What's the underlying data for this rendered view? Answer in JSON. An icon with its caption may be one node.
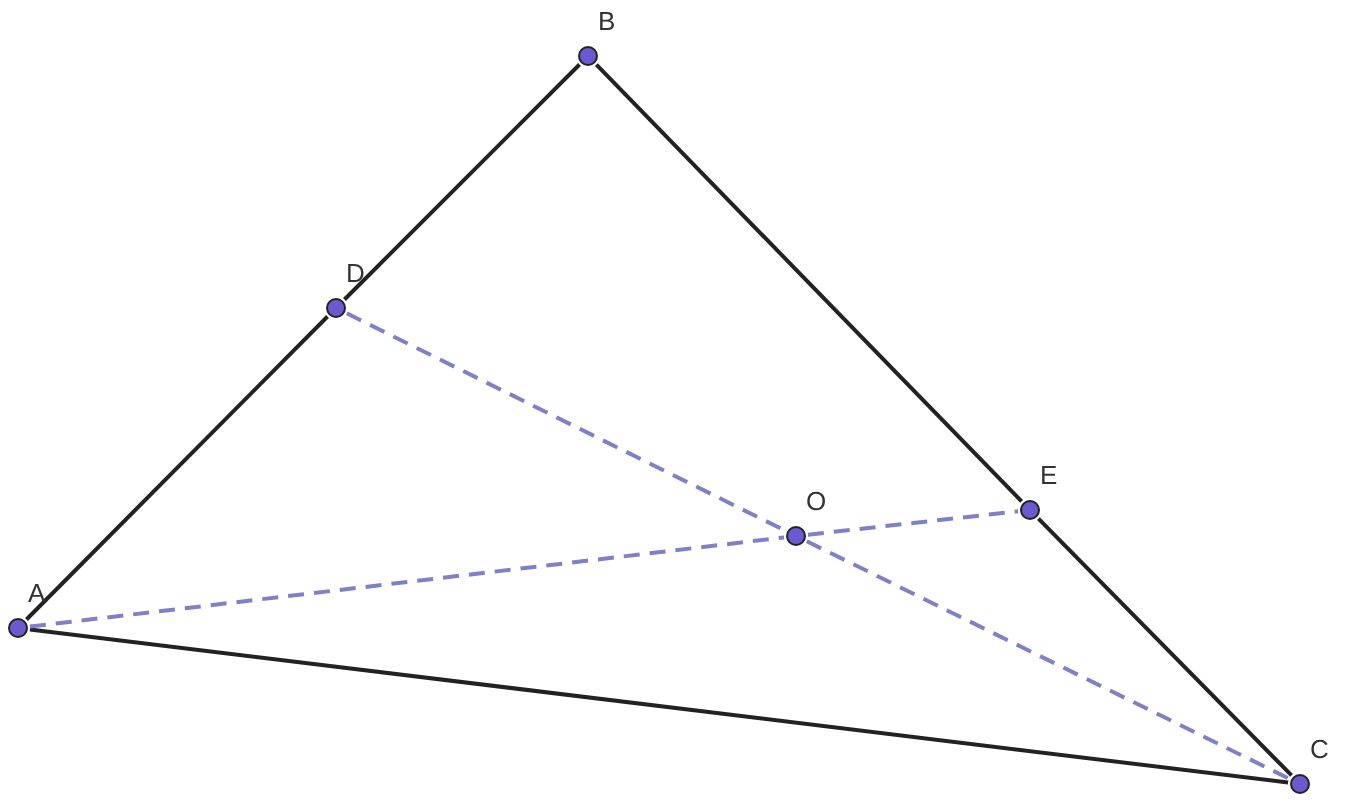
{
  "diagram": {
    "nodes": [
      {
        "text": [
          "A"
        ]
      },
      {
        "text": [
          "B"
        ]
      },
      {
        "text": [
          "C"
        ]
      },
      {
        "text": [
          "D"
        ]
      },
      {
        "text": [
          "E"
        ]
      },
      {
        "text": [
          "O"
        ]
      }
    ],
    "edges": [
      {
        "from": 0,
        "to": 3,
        "arrow": "none"
      },
      {
        "from": 3,
        "to": 1,
        "arrow": "none"
      },
      {
        "from": 1,
        "to": 4,
        "arrow": "none"
      },
      {
        "from": 4,
        "to": 2,
        "arrow": "none"
      },
      {
        "from": 2,
        "to": 0,
        "arrow": "none"
      },
      {
        "from": 3,
        "to": 5,
        "arrow": "none",
        "style": "dashed",
        "color": "#8080c8"
      },
      {
        "from": 5,
        "to": 2,
        "arrow": "none",
        "style": "dashed",
        "color": "#8080c8"
      },
      {
        "from": 0,
        "to": 5,
        "arrow": "none",
        "style": "dashed",
        "color": "#8080c8"
      },
      {
        "from": 5,
        "to": 4,
        "arrow": "none",
        "style": "dashed",
        "color": "#8080c8"
      }
    ]
  }
}
